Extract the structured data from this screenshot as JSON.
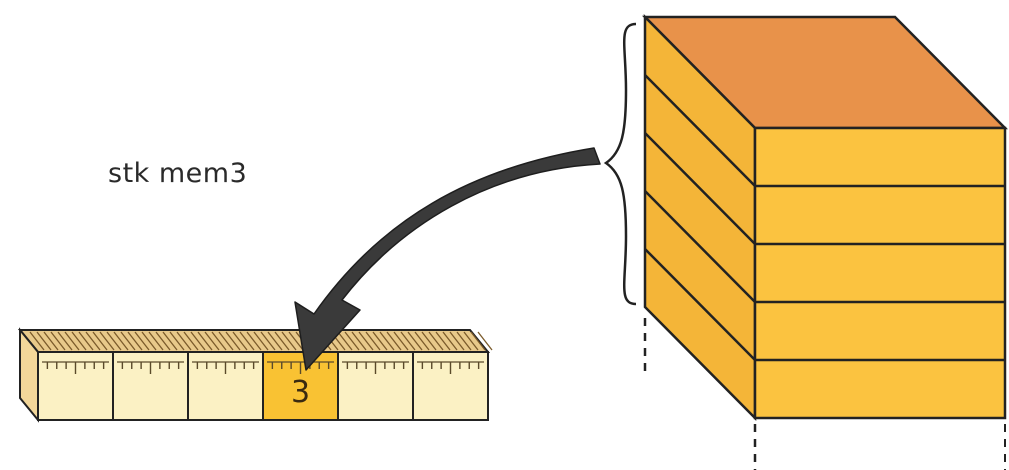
{
  "caption": "stk mem3",
  "strip": {
    "cells": [
      "",
      "",
      "",
      "3",
      "",
      ""
    ],
    "highlighted_index": 3
  },
  "stack": {
    "layer_count": 5
  },
  "colors": {
    "background": "#ffffff",
    "outline": "#222222",
    "stack_top": "#e8924a",
    "stack_front": "#fbc340",
    "stack_side": "#f4b538",
    "strip_top": "#e8c98a",
    "strip_face": "#fbf1c4",
    "strip_highlight": "#f9c233",
    "arrow": "#3a3a3a"
  },
  "icons": {
    "arrow": "curved-arrow-icon",
    "brace": "curly-brace-icon"
  }
}
